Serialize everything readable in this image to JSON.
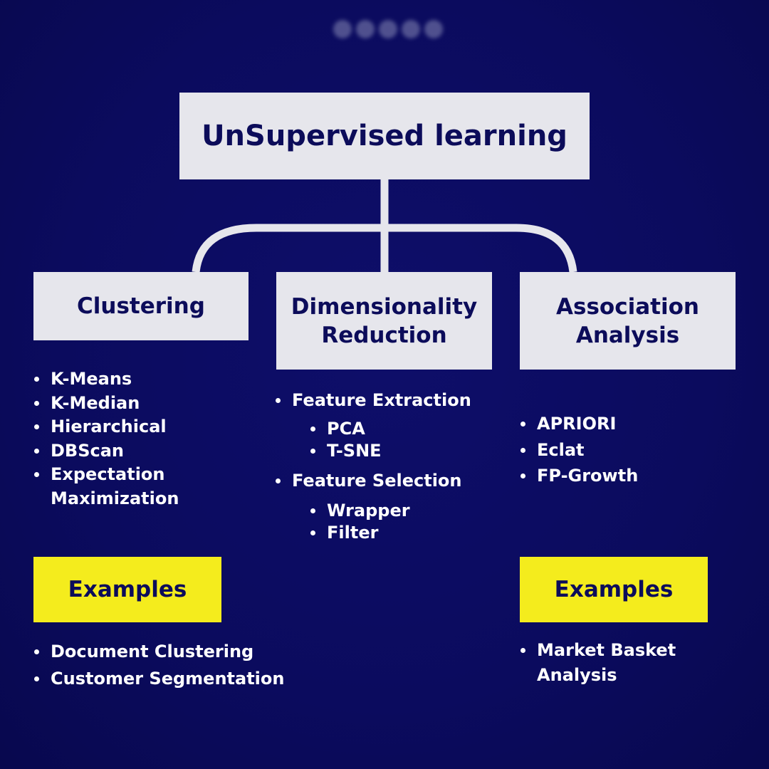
{
  "title": "UnSupervised learning",
  "categories": [
    {
      "id": "clustering",
      "label_lines": [
        "Clustering"
      ],
      "items": [
        "K-Means",
        "K-Median",
        "Hierarchical",
        "DBScan",
        "Expectation Maximization"
      ]
    },
    {
      "id": "dimensionality",
      "label_lines": [
        "Dimensionality",
        "Reduction"
      ],
      "groups": [
        {
          "heading": "Feature Extraction",
          "items": [
            "PCA",
            "T-SNE"
          ]
        },
        {
          "heading": "Feature Selection",
          "items": [
            "Wrapper",
            "Filter"
          ]
        }
      ]
    },
    {
      "id": "association",
      "label_lines": [
        "Association",
        "Analysis"
      ],
      "items": [
        "APRIORI",
        "Eclat",
        "FP-Growth"
      ]
    }
  ],
  "examples": [
    {
      "label": "Examples",
      "items": [
        "Document Clustering",
        "Customer Segmentation"
      ]
    },
    {
      "label": "Examples",
      "items": [
        "Market Basket Analysis"
      ]
    }
  ],
  "colors": {
    "background": "#0b0b5e",
    "box": "#e6e6ec",
    "box_text": "#0c0c5a",
    "highlight": "#f4ec1d",
    "bullet_text": "#ffffff",
    "connector": "#e6e6ec"
  }
}
